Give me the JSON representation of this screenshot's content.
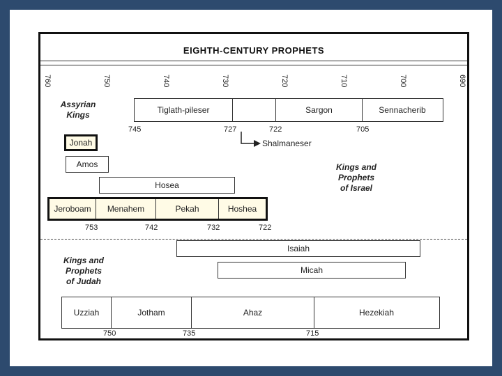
{
  "title": "EIGHTH-CENTURY PROPHETS",
  "ticks": [
    "760",
    "750",
    "740",
    "730",
    "720",
    "710",
    "700",
    "690"
  ],
  "assyria": {
    "label_line1": "Assyrian",
    "label_line2": "Kings",
    "kings": [
      "Tiglath-pileser",
      "Sargon",
      "Sennacherib"
    ],
    "years": [
      "745",
      "727",
      "722",
      "705"
    ],
    "shalmaneser": "Shalmaneser"
  },
  "israel": {
    "label_line1": "Kings and",
    "label_line2": "Prophets",
    "label_line3": "of Israel",
    "prophets": [
      "Jonah",
      "Amos",
      "Hosea"
    ],
    "kings": [
      "Jeroboam",
      "Menahem",
      "Pekah",
      "Hoshea"
    ],
    "years": [
      "753",
      "742",
      "732",
      "722"
    ]
  },
  "judah": {
    "label_line1": "Kings and",
    "label_line2": "Prophets",
    "label_line3": "of Judah",
    "prophets": [
      "Isaiah",
      "Micah"
    ],
    "kings": [
      "Uzziah",
      "Jotham",
      "Ahaz",
      "Hezekiah"
    ],
    "years": [
      "750",
      "735",
      "715"
    ]
  },
  "colors": {
    "background": "#2d4a6e",
    "highlight": "#fffbe6"
  }
}
